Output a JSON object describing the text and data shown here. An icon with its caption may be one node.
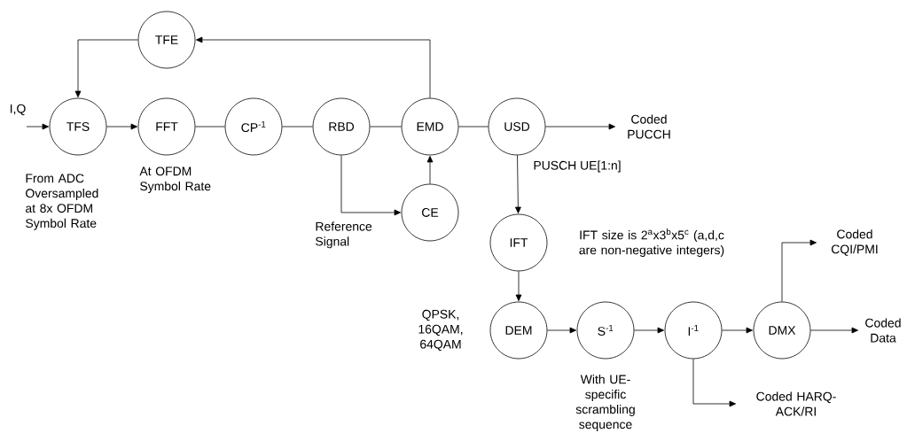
{
  "diagram": {
    "nodes": [
      {
        "text": [
          "TFE"
        ]
      },
      {
        "text": [
          "TFS"
        ],
        "beside": [
          "From ADC Oversampled at 8x OFDM Symbol Rate"
        ]
      },
      {
        "text": [
          "FFT"
        ],
        "beside": [
          "At OFDM Symbol Rate"
        ]
      },
      {
        "text": [
          "CP$^{-1}$"
        ]
      },
      {
        "text": [
          "RBD"
        ]
      },
      {
        "text": [
          "EMD"
        ]
      },
      {
        "text": [
          "USD"
        ]
      },
      {
        "text": [
          "Coded PUCCH"
        ]
      },
      {
        "text": [
          "CE"
        ]
      },
      {
        "text": [
          "IFT"
        ],
        "beside": [
          "IFT size is 2$^{a}$x3$^{b}$x5$^{c}$ (a,d,c are non-negative integers)"
        ]
      },
      {
        "text": [
          "Coded CQI/PMI"
        ]
      },
      {
        "text": [
          "DEM"
        ],
        "beside": [
          "QPSK, 16QAM, 64QAM"
        ]
      },
      {
        "text": [
          "S$^{-1}$"
        ],
        "beside": [
          "With UE-specific scrambling sequence"
        ]
      },
      {
        "text": [
          "I$^{-1}$"
        ]
      },
      {
        "text": [
          "DMX"
        ]
      },
      {
        "text": [
          "Coded Data"
        ]
      },
      {
        "text": [
          "Coded HARQ-ACK/RI"
        ]
      }
    ],
    "edges": [
      {
        "from": null,
        "to": 1,
        "arrow": "to",
        "label": "I,Q"
      },
      {
        "from": 0,
        "to": 1,
        "arrow": "to"
      },
      {
        "from": 1,
        "to": 2,
        "arrow": "to"
      },
      {
        "from": 2,
        "to": 3,
        "arrow": "none"
      },
      {
        "from": 3,
        "to": 4,
        "arrow": "none"
      },
      {
        "from": 4,
        "to": 5,
        "arrow": "none"
      },
      {
        "from": 4,
        "to": 8,
        "arrow": "to"
      },
      {
        "from": 8,
        "to": 5,
        "arrow": "to"
      },
      {
        "from": 5,
        "to": 0,
        "arrow": "to"
      },
      {
        "from": 5,
        "to": 6,
        "arrow": "none"
      },
      {
        "from": 6,
        "to": 7,
        "arrow": "to"
      },
      {
        "from": 6,
        "to": 9,
        "arrow": "to",
        "label": "PUSCH UE[1:n]"
      },
      {
        "from": 9,
        "to": 11,
        "arrow": "to"
      },
      {
        "from": 11,
        "to": 12,
        "arrow": "to"
      },
      {
        "from": 12,
        "to": 13,
        "arrow": "to"
      },
      {
        "from": 13,
        "to": 14,
        "arrow": "to"
      },
      {
        "from": 14,
        "to": 15,
        "arrow": "to"
      },
      {
        "from": 14,
        "to": 10,
        "arrow": "to"
      },
      {
        "from": 13,
        "to": 16,
        "arrow": "to"
      }
    ],
    "labels": [
      "Reference Signal"
    ]
  }
}
